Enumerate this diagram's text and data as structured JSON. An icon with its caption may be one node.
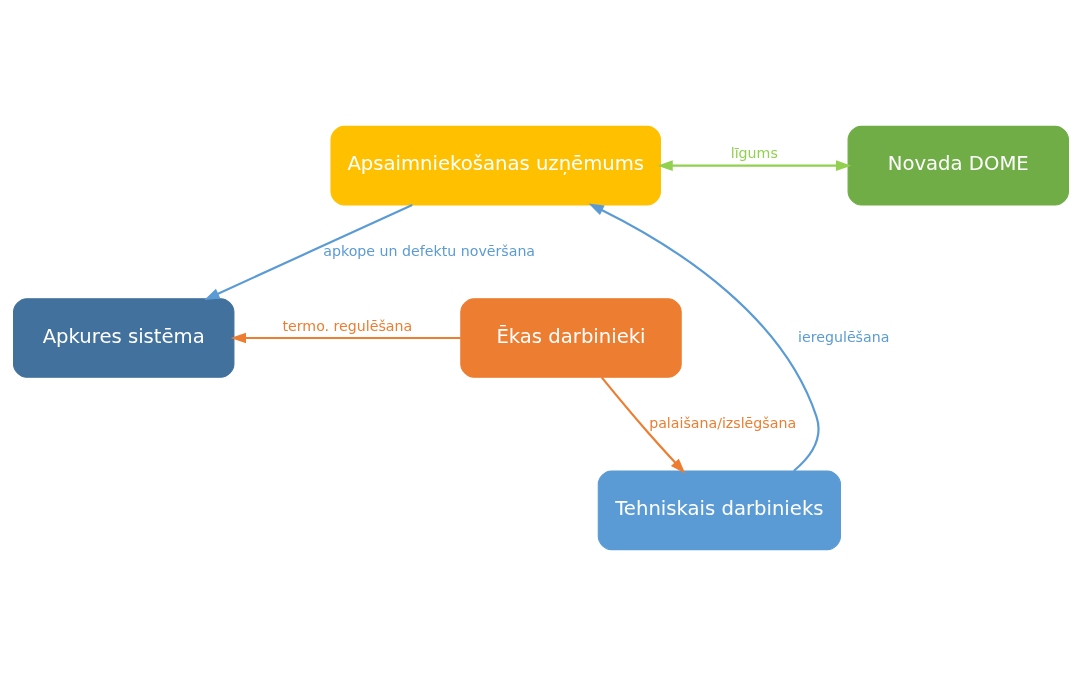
{
  "diagram": {
    "nodes": [
      {
        "text": [
          "Apsaimniekošanas uzņēmums"
        ]
      },
      {
        "text": [
          "Novada DOME"
        ]
      },
      {
        "text": [
          "Apkures sistēma"
        ]
      },
      {
        "text": [
          "Ēkas darbinieki"
        ]
      },
      {
        "text": [
          "Tehniskais darbinieks"
        ]
      }
    ],
    "edges": [
      {
        "from": 0,
        "to": 1,
        "arrow": "both",
        "label": "līgums",
        "color": "#92d050"
      },
      {
        "from": 0,
        "to": 2,
        "arrow": "to",
        "label": "apkope un defektu novēršana",
        "color": "#5b9bd5"
      },
      {
        "from": 3,
        "to": 2,
        "arrow": "to",
        "label": "termo. regulēšana",
        "color": "#ed7d31"
      },
      {
        "from": 3,
        "to": 4,
        "arrow": "to",
        "label": "palaišana/izslēgšana",
        "color": "#ed7d31"
      },
      {
        "from": 4,
        "to": 0,
        "arrow": "to",
        "label": "ieregulēšana",
        "color": "#5b9bd5"
      }
    ]
  }
}
